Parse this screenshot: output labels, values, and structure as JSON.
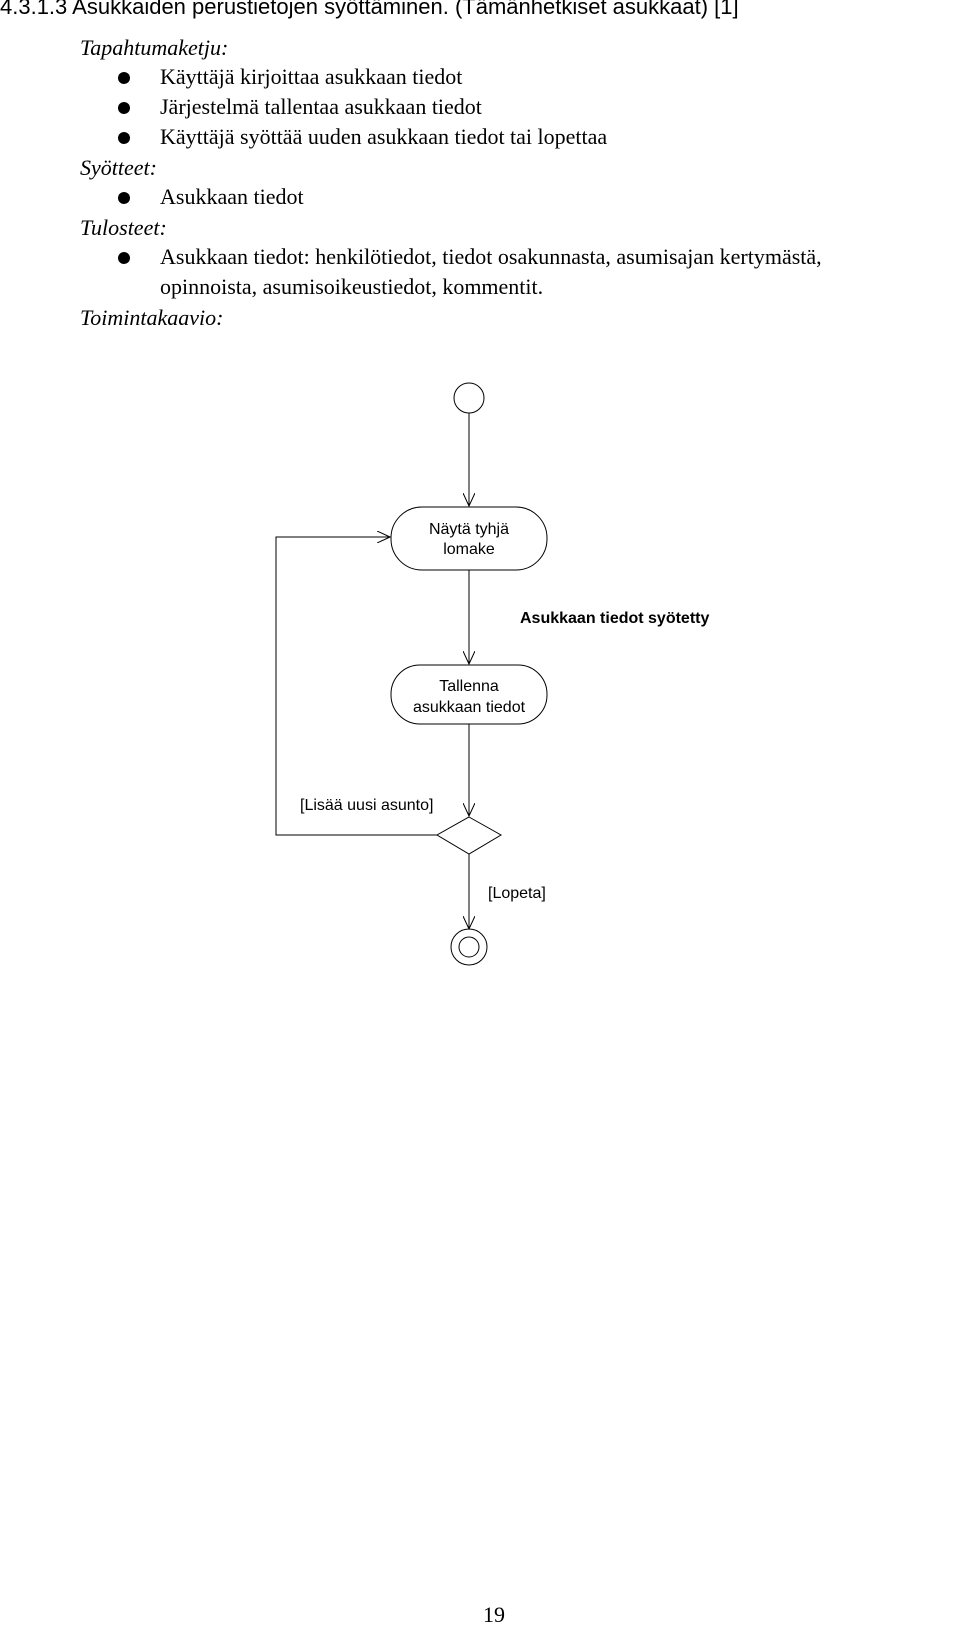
{
  "heading": "4.3.1.3 Asukkaiden perustietojen syöttäminen. (Tämänhetkiset asukkaat) [1]",
  "sections": {
    "tapahtumaketju": {
      "label": "Tapahtumaketju:",
      "items": [
        "Käyttäjä kirjoittaa asukkaan tiedot",
        "Järjestelmä tallentaa asukkaan tiedot",
        "Käyttäjä syöttää uuden asukkaan tiedot tai lopettaa"
      ]
    },
    "syotteet": {
      "label": "Syötteet:",
      "items": [
        "Asukkaan tiedot"
      ]
    },
    "tulosteet": {
      "label": "Tulosteet:",
      "items": [
        {
          "line1": "Asukkaan tiedot: henkilötiedot, tiedot osakunnasta, asumisajan kertymästä,",
          "line2": "opinnoista, asumisoikeustiedot, kommentit."
        }
      ]
    },
    "toimintakaavio": {
      "label": "Toimintakaavio:"
    }
  },
  "diagram": {
    "activity1": {
      "line1": "Näytä tyhjä",
      "line2": "lomake"
    },
    "transition_label": "Asukkaan tiedot syötetty",
    "activity2": {
      "line1": "Tallenna",
      "line2": "asukkaan tiedot"
    },
    "guard_loop": "[Lisää uusi asunto]",
    "guard_end": "[Lopeta]"
  },
  "page_number": "19"
}
